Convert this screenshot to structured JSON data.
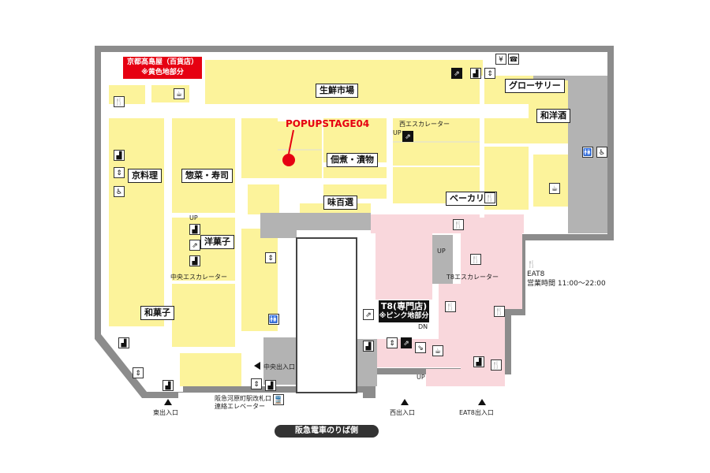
{
  "map": {
    "store_banner": {
      "line1": "京都髙島屋（百貨店）",
      "line2": "※黄色地部分"
    },
    "popup": {
      "label": "POPUPSTAGE04"
    },
    "areas": {
      "fresh_market": "生鮮市場",
      "grocery": "グローサリー",
      "wine_sake": "和洋酒",
      "tsukudani": "佃煮・漬物",
      "ajihyakusen": "味百選",
      "bakery": "ベーカリー",
      "kyoryori": "京料理",
      "sozai_sushi": "惣菜・寿司",
      "yogashi": "洋菓子",
      "wagashi": "和菓子"
    },
    "escalators": {
      "west": "西エスカレーター",
      "central": "中央エスカレーター",
      "t8": "T8エスカレーター",
      "up": "UP",
      "dn": "DN"
    },
    "t8": {
      "title": "T8(専門店)",
      "note": "※ピンク地部分"
    },
    "eat8": {
      "name": "EAT8",
      "hours": "営業時間 11:00〜22:00"
    },
    "entrances": {
      "central": "中央出入口",
      "east": "東出入口",
      "west": "西出入口",
      "eat8": "EAT8出入口",
      "hankyu_line1": "阪急河原町駅改札口",
      "hankyu_line2": "連絡エレベーター"
    },
    "footer": "阪急電車のりば側"
  },
  "colors": {
    "yellow_zone": "#fcf39b",
    "pink_zone": "#f9d7dc",
    "wall": "#8c8c8c",
    "corridor": "#ffffff",
    "red": "#e60012"
  },
  "icons": [
    "restaurant-icon",
    "cafe-icon",
    "elevator-icon",
    "escalator-icon",
    "stairs-icon",
    "restroom-icon",
    "wheelchair-icon",
    "atm-icon",
    "phone-icon"
  ]
}
